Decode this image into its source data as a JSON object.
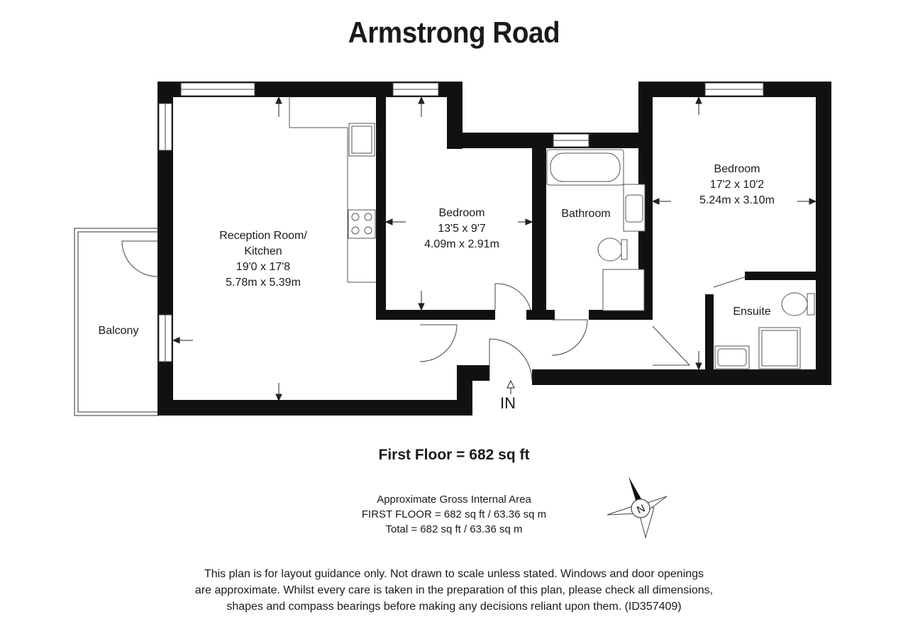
{
  "title": "Armstrong Road",
  "rooms": {
    "reception": {
      "name_line1": "Reception Room/",
      "name_line2": "Kitchen",
      "imperial": "19'0 x 17'8",
      "metric": "5.78m x 5.39m"
    },
    "bedroom1": {
      "name": "Bedroom",
      "imperial": "13'5 x 9'7",
      "metric": "4.09m x 2.91m"
    },
    "bathroom": {
      "name": "Bathroom"
    },
    "bedroom2": {
      "name": "Bedroom",
      "imperial": "17'2 x 10'2",
      "metric": "5.24m x 3.10m"
    },
    "ensuite": {
      "name": "Ensuite"
    },
    "balcony": {
      "name": "Balcony"
    }
  },
  "entrance_label": "IN",
  "floor_total": "First Floor = 682 sq ft",
  "area": {
    "heading": "Approximate Gross Internal Area",
    "first_floor": "FIRST FLOOR = 682 sq ft / 63.36 sq m",
    "total": "Total = 682 sq ft / 63.36 sq m"
  },
  "compass_letter": "N",
  "disclaimer": [
    "This plan is for layout guidance only. Not drawn to scale unless stated. Windows and door openings",
    "are approximate. Whilst every care is taken in the preparation of this plan, please check all dimensions,",
    "shapes and compass bearings before making any decisions reliant upon them. (ID357409)"
  ]
}
